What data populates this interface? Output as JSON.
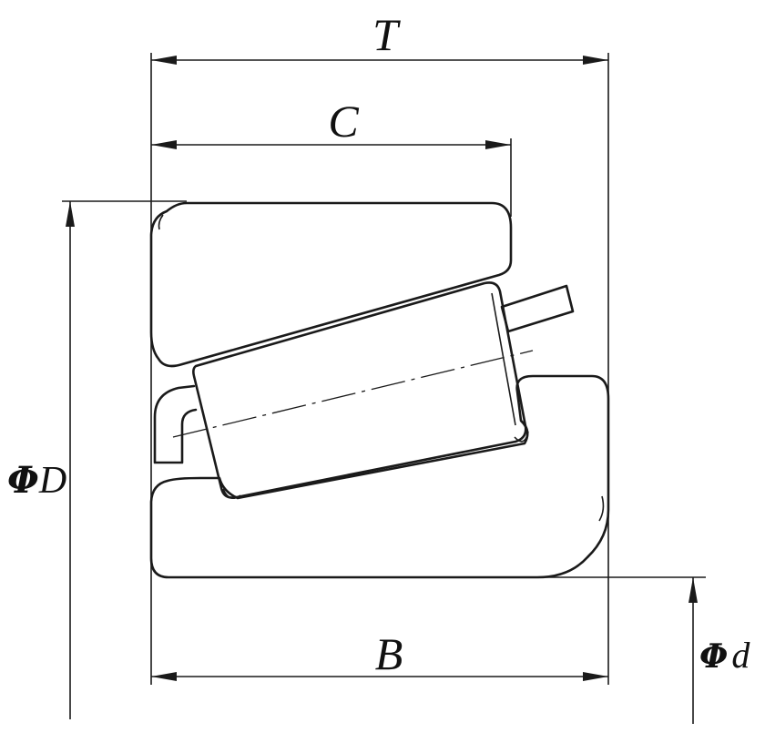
{
  "diagram": {
    "labels": {
      "T": "T",
      "C": "C",
      "B": "B",
      "phi": "Φ",
      "D": "D",
      "d": "d"
    }
  }
}
